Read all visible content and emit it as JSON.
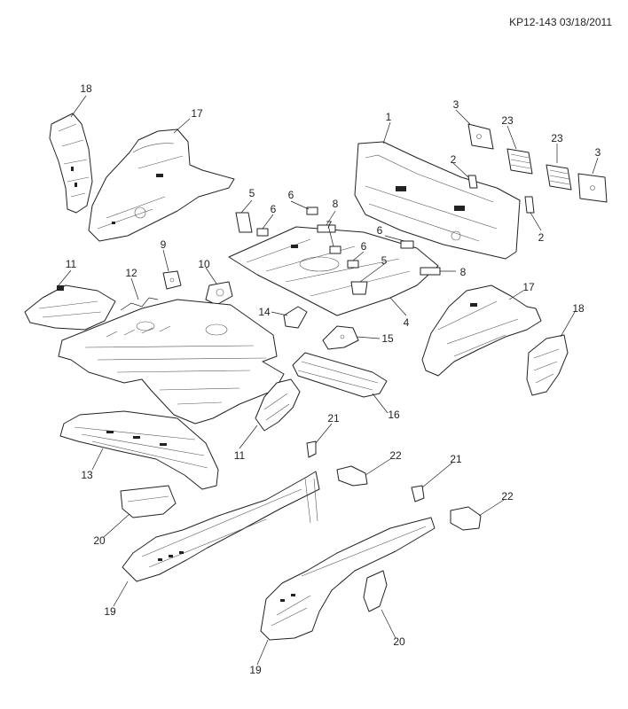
{
  "document": {
    "reference": "KP12-143 03/18/2011"
  },
  "callouts": [
    {
      "id": "c18a",
      "text": "18"
    },
    {
      "id": "c17a",
      "text": "17"
    },
    {
      "id": "c1",
      "text": "1"
    },
    {
      "id": "c3a",
      "text": "3"
    },
    {
      "id": "c23a",
      "text": "23"
    },
    {
      "id": "c23b",
      "text": "23"
    },
    {
      "id": "c3b",
      "text": "3"
    },
    {
      "id": "c2a",
      "text": "2"
    },
    {
      "id": "c2b",
      "text": "2"
    },
    {
      "id": "c5a",
      "text": "5"
    },
    {
      "id": "c6a",
      "text": "6"
    },
    {
      "id": "c6b",
      "text": "6"
    },
    {
      "id": "c8a",
      "text": "8"
    },
    {
      "id": "c7",
      "text": "7"
    },
    {
      "id": "c6c",
      "text": "6"
    },
    {
      "id": "c6d",
      "text": "6"
    },
    {
      "id": "c5b",
      "text": "5"
    },
    {
      "id": "c8b",
      "text": "8"
    },
    {
      "id": "c4",
      "text": "4"
    },
    {
      "id": "c9",
      "text": "9"
    },
    {
      "id": "c10",
      "text": "10"
    },
    {
      "id": "c11a",
      "text": "11"
    },
    {
      "id": "c12",
      "text": "12"
    },
    {
      "id": "c14",
      "text": "14"
    },
    {
      "id": "c15",
      "text": "15"
    },
    {
      "id": "c17b",
      "text": "17"
    },
    {
      "id": "c18b",
      "text": "18"
    },
    {
      "id": "c16",
      "text": "16"
    },
    {
      "id": "c11b",
      "text": "11"
    },
    {
      "id": "c13",
      "text": "13"
    },
    {
      "id": "c21a",
      "text": "21"
    },
    {
      "id": "c22a",
      "text": "22"
    },
    {
      "id": "c21b",
      "text": "21"
    },
    {
      "id": "c22b",
      "text": "22"
    },
    {
      "id": "c20a",
      "text": "20"
    },
    {
      "id": "c19a",
      "text": "19"
    },
    {
      "id": "c20b",
      "text": "20"
    },
    {
      "id": "c19b",
      "text": "19"
    }
  ]
}
